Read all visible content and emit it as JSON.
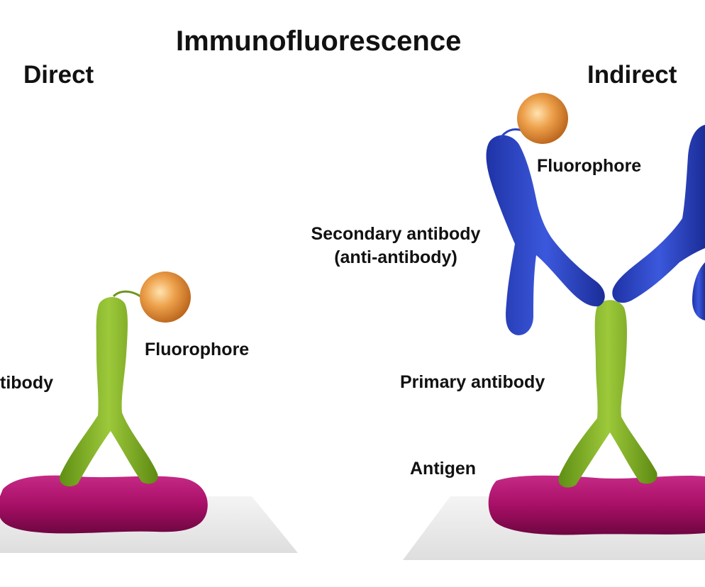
{
  "title": "Immunofluorescence",
  "panels": {
    "direct": {
      "heading": "Direct",
      "labels": {
        "fluorophore": "Fluorophore",
        "antibody_partial": "tibody"
      }
    },
    "indirect": {
      "heading": "Indirect",
      "labels": {
        "fluorophore": "Fluorophore",
        "secondary_line1": "Secondary antibody",
        "secondary_line2": "(anti-antibody)",
        "primary": "Primary antibody",
        "antigen": "Antigen"
      }
    }
  },
  "colors": {
    "antigen": "#b0136f",
    "primary_antibody": "#86b82a",
    "secondary_antibody": "#2c44c4",
    "fluorophore": "#e89a3c",
    "slide": "#e9e9e9"
  }
}
